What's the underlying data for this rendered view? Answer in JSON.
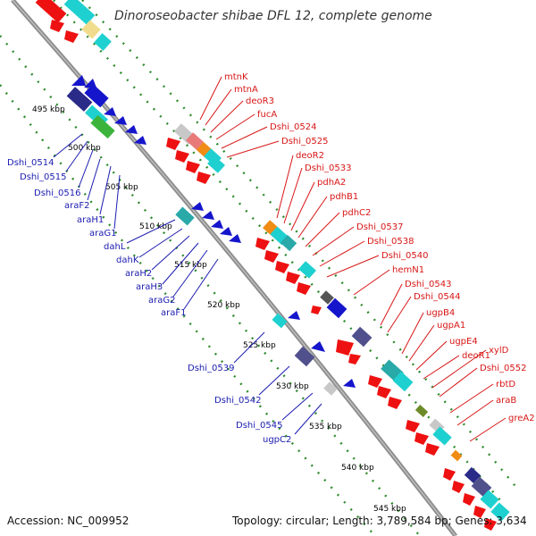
{
  "title": "Dinoroseobacter shibae DFL 12, complete genome",
  "footer": {
    "accession": "Accession: NC_009952",
    "topology": "Topology: circular; Length: 3,789,584 bp; Genes: 3,634"
  },
  "kbp_ticks": [
    "495 kbp",
    "500 kbp",
    "505 kbp",
    "510 kbp",
    "515 kbp",
    "520 kbp",
    "525 kbp",
    "530 kbp",
    "535 kbp",
    "540 kbp",
    "545 kbp"
  ],
  "genes_right": [
    "mtnK",
    "mtnA",
    "deoR3",
    "fucA",
    "Dshi_0524",
    "Dshi_0525",
    "deoR2",
    "Dshi_0533",
    "pdhA2",
    "pdhB1",
    "pdhC2",
    "Dshi_0537",
    "Dshi_0538",
    "Dshi_0540",
    "hemN1",
    "Dshi_0543",
    "Dshi_0544",
    "ugpB4",
    "ugpA1",
    "ugpE4",
    "deoR1",
    "xylD",
    "Dshi_0552",
    "rbtD",
    "araB",
    "greA2"
  ],
  "genes_left": [
    "Dshi_0514",
    "Dshi_0515",
    "Dshi_0516",
    "araF2",
    "araH1",
    "araG1",
    "dahL",
    "dahK",
    "araH2",
    "araH3",
    "araG2",
    "araF1",
    "Dshi_0539",
    "Dshi_0542",
    "Dshi_0545",
    "ugpC2"
  ],
  "colors": {
    "label_right": "#d81616",
    "label_left": "#1b1bb0",
    "backbone": "#8c8c8c",
    "guide_dash": "#2e8b2e",
    "feature_red": "#ee1111",
    "feature_blue": "#1515cc",
    "feature_navy": "#2a2a88",
    "feature_slate": "#50508c",
    "feature_cyan": "#1fd0d0",
    "feature_teal": "#2aa9a9",
    "feature_green": "#3cb43c",
    "feature_olive": "#6e8b2a",
    "feature_orange": "#f08c14",
    "feature_pink": "#e87a7a",
    "feature_yellow": "#f0dc8c",
    "feature_grey": "#9a9a9a",
    "feature_darkgrey": "#555555",
    "feature_silver": "#c8c8c8"
  }
}
